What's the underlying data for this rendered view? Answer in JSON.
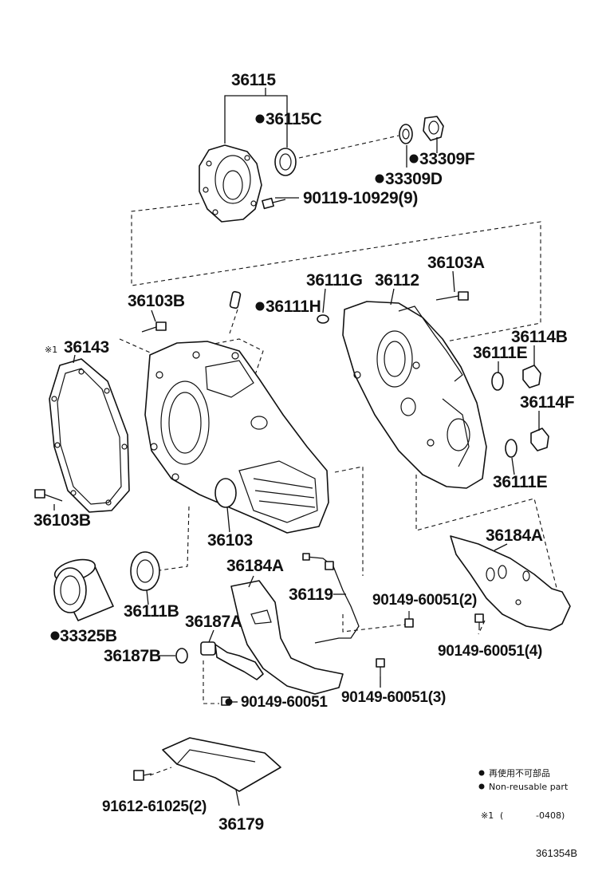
{
  "labels": {
    "p36115": "36115",
    "p36115c": "36115C",
    "p33309f": "33309F",
    "p33309d": "33309D",
    "p90119": "90119-10929(9)",
    "p36103b_top": "36103B",
    "p36111h": "36111H",
    "p36111g": "36111G",
    "p36112": "36112",
    "p36103a": "36103A",
    "p36143_mark": "※1",
    "p36143": "36143",
    "p36114b": "36114B",
    "p36111e_top": "36111E",
    "p36114f": "36114F",
    "p36111e_bot": "36111E",
    "p36103b_bot": "36103B",
    "p36103": "36103",
    "p36184a_right": "36184A",
    "p36184a_left": "36184A",
    "p36119": "36119",
    "p90149_2": "90149-60051(2)",
    "p33325b": "33325B",
    "p36111b": "36111B",
    "p36187a": "36187A",
    "p90149_4": "90149-60051(4)",
    "p36187b": "36187B",
    "p90149_1": "90149-60051",
    "p90149_3": "90149-60051(3)",
    "p91612": "91612-61025(2)",
    "p36179": "36179"
  },
  "legend": {
    "line1": "再使用不可部品",
    "line2": "Non-reusable part",
    "footnote_mark": "※1",
    "footnote_paren_open": "(",
    "footnote_value": "-0408)"
  },
  "diagram_code": "361354B",
  "colors": {
    "ink": "#111111",
    "paper": "#ffffff"
  }
}
